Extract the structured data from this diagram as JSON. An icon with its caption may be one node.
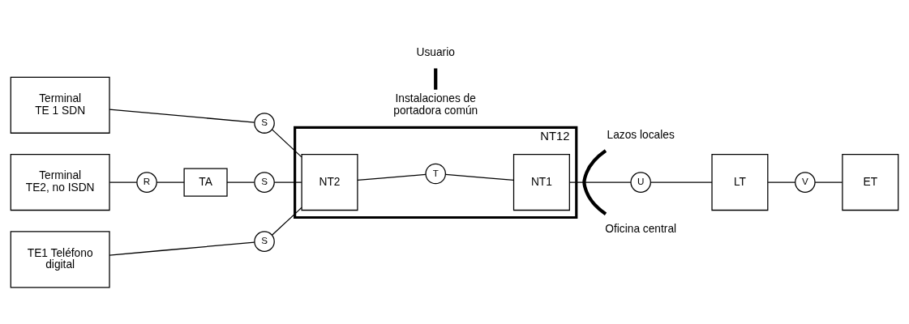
{
  "diagram": {
    "nodes": [
      {
        "text": [
          "Terminal TE 1 SDN"
        ]
      },
      {
        "text": [
          "Terminal TE2, no ISDN"
        ]
      },
      {
        "text": [
          "TE1 Teléfono digital"
        ]
      },
      {
        "text": [
          "R"
        ]
      },
      {
        "text": [
          "TA"
        ]
      },
      {
        "text": [
          "S"
        ]
      },
      {
        "text": [
          "NT12"
        ]
      },
      {
        "text": [
          "NT2"
        ],
        "in": 6
      },
      {
        "text": [
          "T"
        ],
        "in": 6
      },
      {
        "text": [
          "NT1"
        ],
        "in": 6
      },
      {
        "text": [
          "S"
        ]
      },
      {
        "text": [
          "S"
        ]
      },
      {
        "text": [
          "U"
        ]
      },
      {
        "text": [
          "LT"
        ]
      },
      {
        "text": [
          "V"
        ]
      },
      {
        "text": [
          "ET"
        ]
      },
      {
        "text": [
          "Usuario"
        ]
      },
      {
        "text": [
          "Instalaciones de portadora común"
        ]
      },
      {
        "text": [
          "Lazos locales"
        ]
      },
      {
        "text": [
          "Oficina central"
        ]
      }
    ],
    "edges": [
      {
        "from": 0,
        "to": 10,
        "arrow": "none"
      },
      {
        "from": 10,
        "to": 7,
        "arrow": "none"
      },
      {
        "from": 1,
        "to": 3,
        "arrow": "none"
      },
      {
        "from": 3,
        "to": 4,
        "arrow": "none"
      },
      {
        "from": 4,
        "to": 5,
        "arrow": "none"
      },
      {
        "from": 5,
        "to": 7,
        "arrow": "none"
      },
      {
        "from": 2,
        "to": 11,
        "arrow": "none"
      },
      {
        "from": 11,
        "to": 7,
        "arrow": "none"
      },
      {
        "from": 7,
        "to": 8,
        "arrow": "none"
      },
      {
        "from": 8,
        "to": 9,
        "arrow": "none"
      },
      {
        "from": 9,
        "to": 12,
        "arrow": "none"
      },
      {
        "from": 12,
        "to": 13,
        "arrow": "none"
      },
      {
        "from": 13,
        "to": 14,
        "arrow": "none"
      },
      {
        "from": 14,
        "to": 15,
        "arrow": "none"
      },
      {
        "from": 16,
        "to": 17,
        "arrow": "none",
        "style": "thick"
      },
      {
        "from": 18,
        "to": 19,
        "arrow": "none",
        "style": "thick"
      }
    ]
  }
}
